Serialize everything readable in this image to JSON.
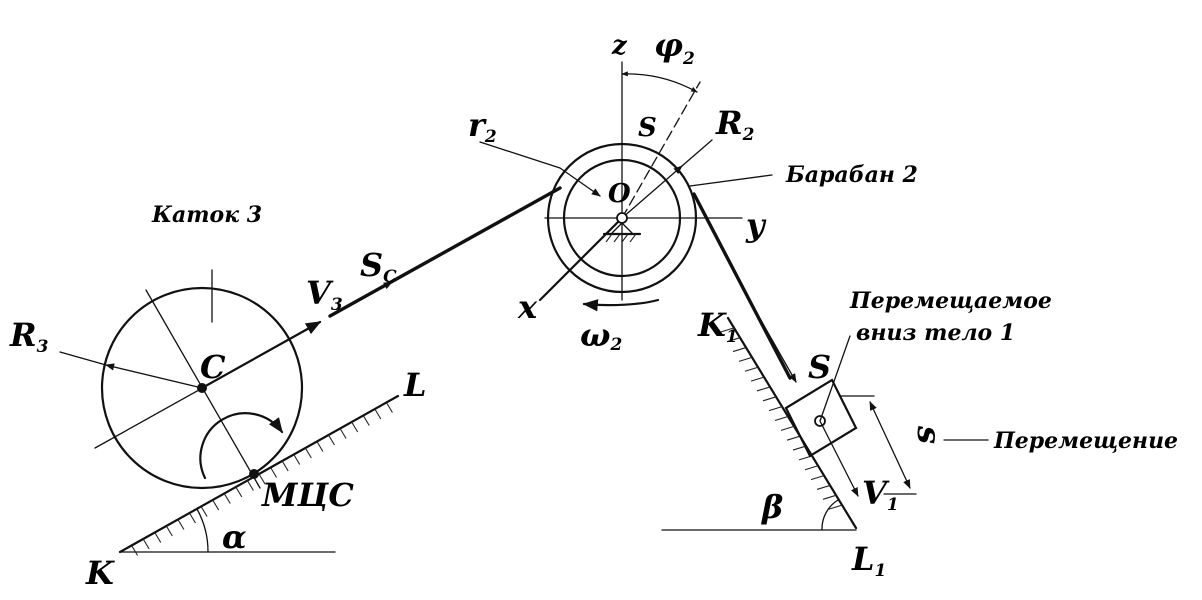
{
  "labels": {
    "z": "z",
    "phi": "φ",
    "phi_sub": "2",
    "r2": "r",
    "r2_sub": "2",
    "s_drum": "S",
    "R2": "R",
    "R2_sub": "2",
    "O": "O",
    "y": "y",
    "drum_name": "Барабан 2",
    "roller_name": "Каток 3",
    "Sc": "S",
    "Sc_sub": "C",
    "V3": "V",
    "V3_sub": "3",
    "x": "x",
    "omega": "ω",
    "omega_sub": "2",
    "K1": "K",
    "K1_sub": "1",
    "body_line1": "Перемещаемое",
    "body_line2": "вниз тело 1",
    "R3": "R",
    "R3_sub": "3",
    "C": "C",
    "L": "L",
    "s_body": "S",
    "s_disp": "s",
    "displacement": "Перемещение",
    "beta": "β",
    "V1": "V",
    "V1_sub": "1",
    "mcs": "МЦС",
    "alpha": "α",
    "K": "K",
    "L1": "L",
    "L1_sub": "1"
  }
}
